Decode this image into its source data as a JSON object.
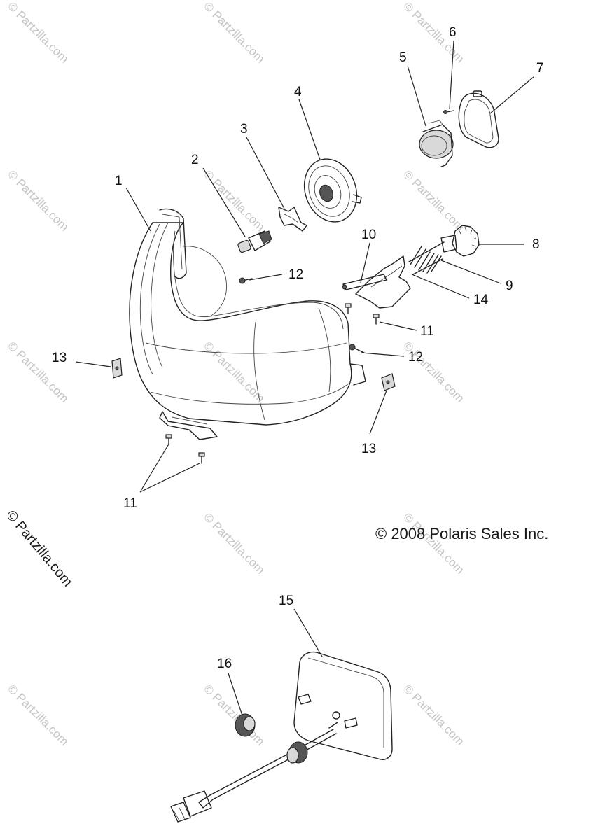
{
  "copyright": "© 2008 Polaris Sales Inc.",
  "side_watermark": "© Partzilla.com",
  "watermark_text": "© Partzilla.com",
  "callouts": {
    "c1": "1",
    "c2": "2",
    "c3": "3",
    "c4": "4",
    "c5": "5",
    "c6": "6",
    "c7": "7",
    "c8": "8",
    "c9": "9",
    "c10": "10",
    "c11a": "11",
    "c11b": "11",
    "c12a": "12",
    "c12b": "12",
    "c13a": "13",
    "c13b": "13",
    "c14": "14",
    "c15": "15",
    "c16": "16"
  },
  "colors": {
    "line": "#222222",
    "watermark": "#c4c4c4",
    "background": "#ffffff"
  }
}
